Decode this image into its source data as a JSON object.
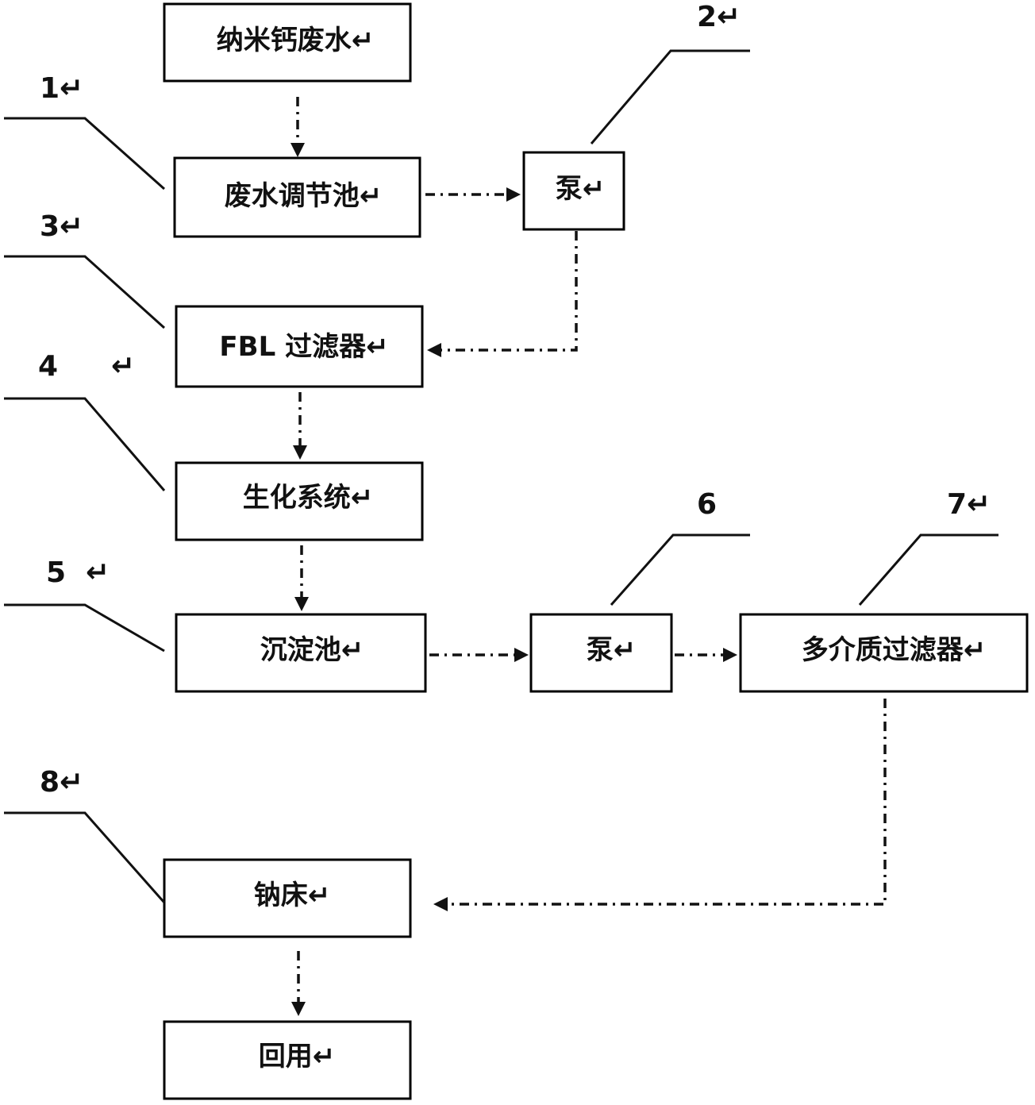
{
  "diagram": {
    "nodes": {
      "raw_wastewater": "纳米钙废水↵",
      "equalization_tank": "废水调节池↵",
      "pump_a": "泵↵",
      "fbl_filter": "FBL 过滤器↵",
      "biochemical_system": "生化系统↵",
      "sedimentation_tank": "沉淀池↵",
      "pump_b": "泵↵",
      "multimedia_filter": "多介质过滤器↵",
      "sodium_bed": "钠床↵",
      "reuse": "回用↵"
    },
    "callouts": {
      "c1": "1↵",
      "c2": "2↵",
      "c3": "3↵",
      "c4": "4",
      "c4_mark": "↵",
      "c5": "5",
      "c5_mark": "↵",
      "c6": "6",
      "c7": "7↵",
      "c8": "8↵"
    },
    "colors": {
      "line": "#111111",
      "box_stroke": "#000000",
      "background": "#ffffff"
    }
  }
}
